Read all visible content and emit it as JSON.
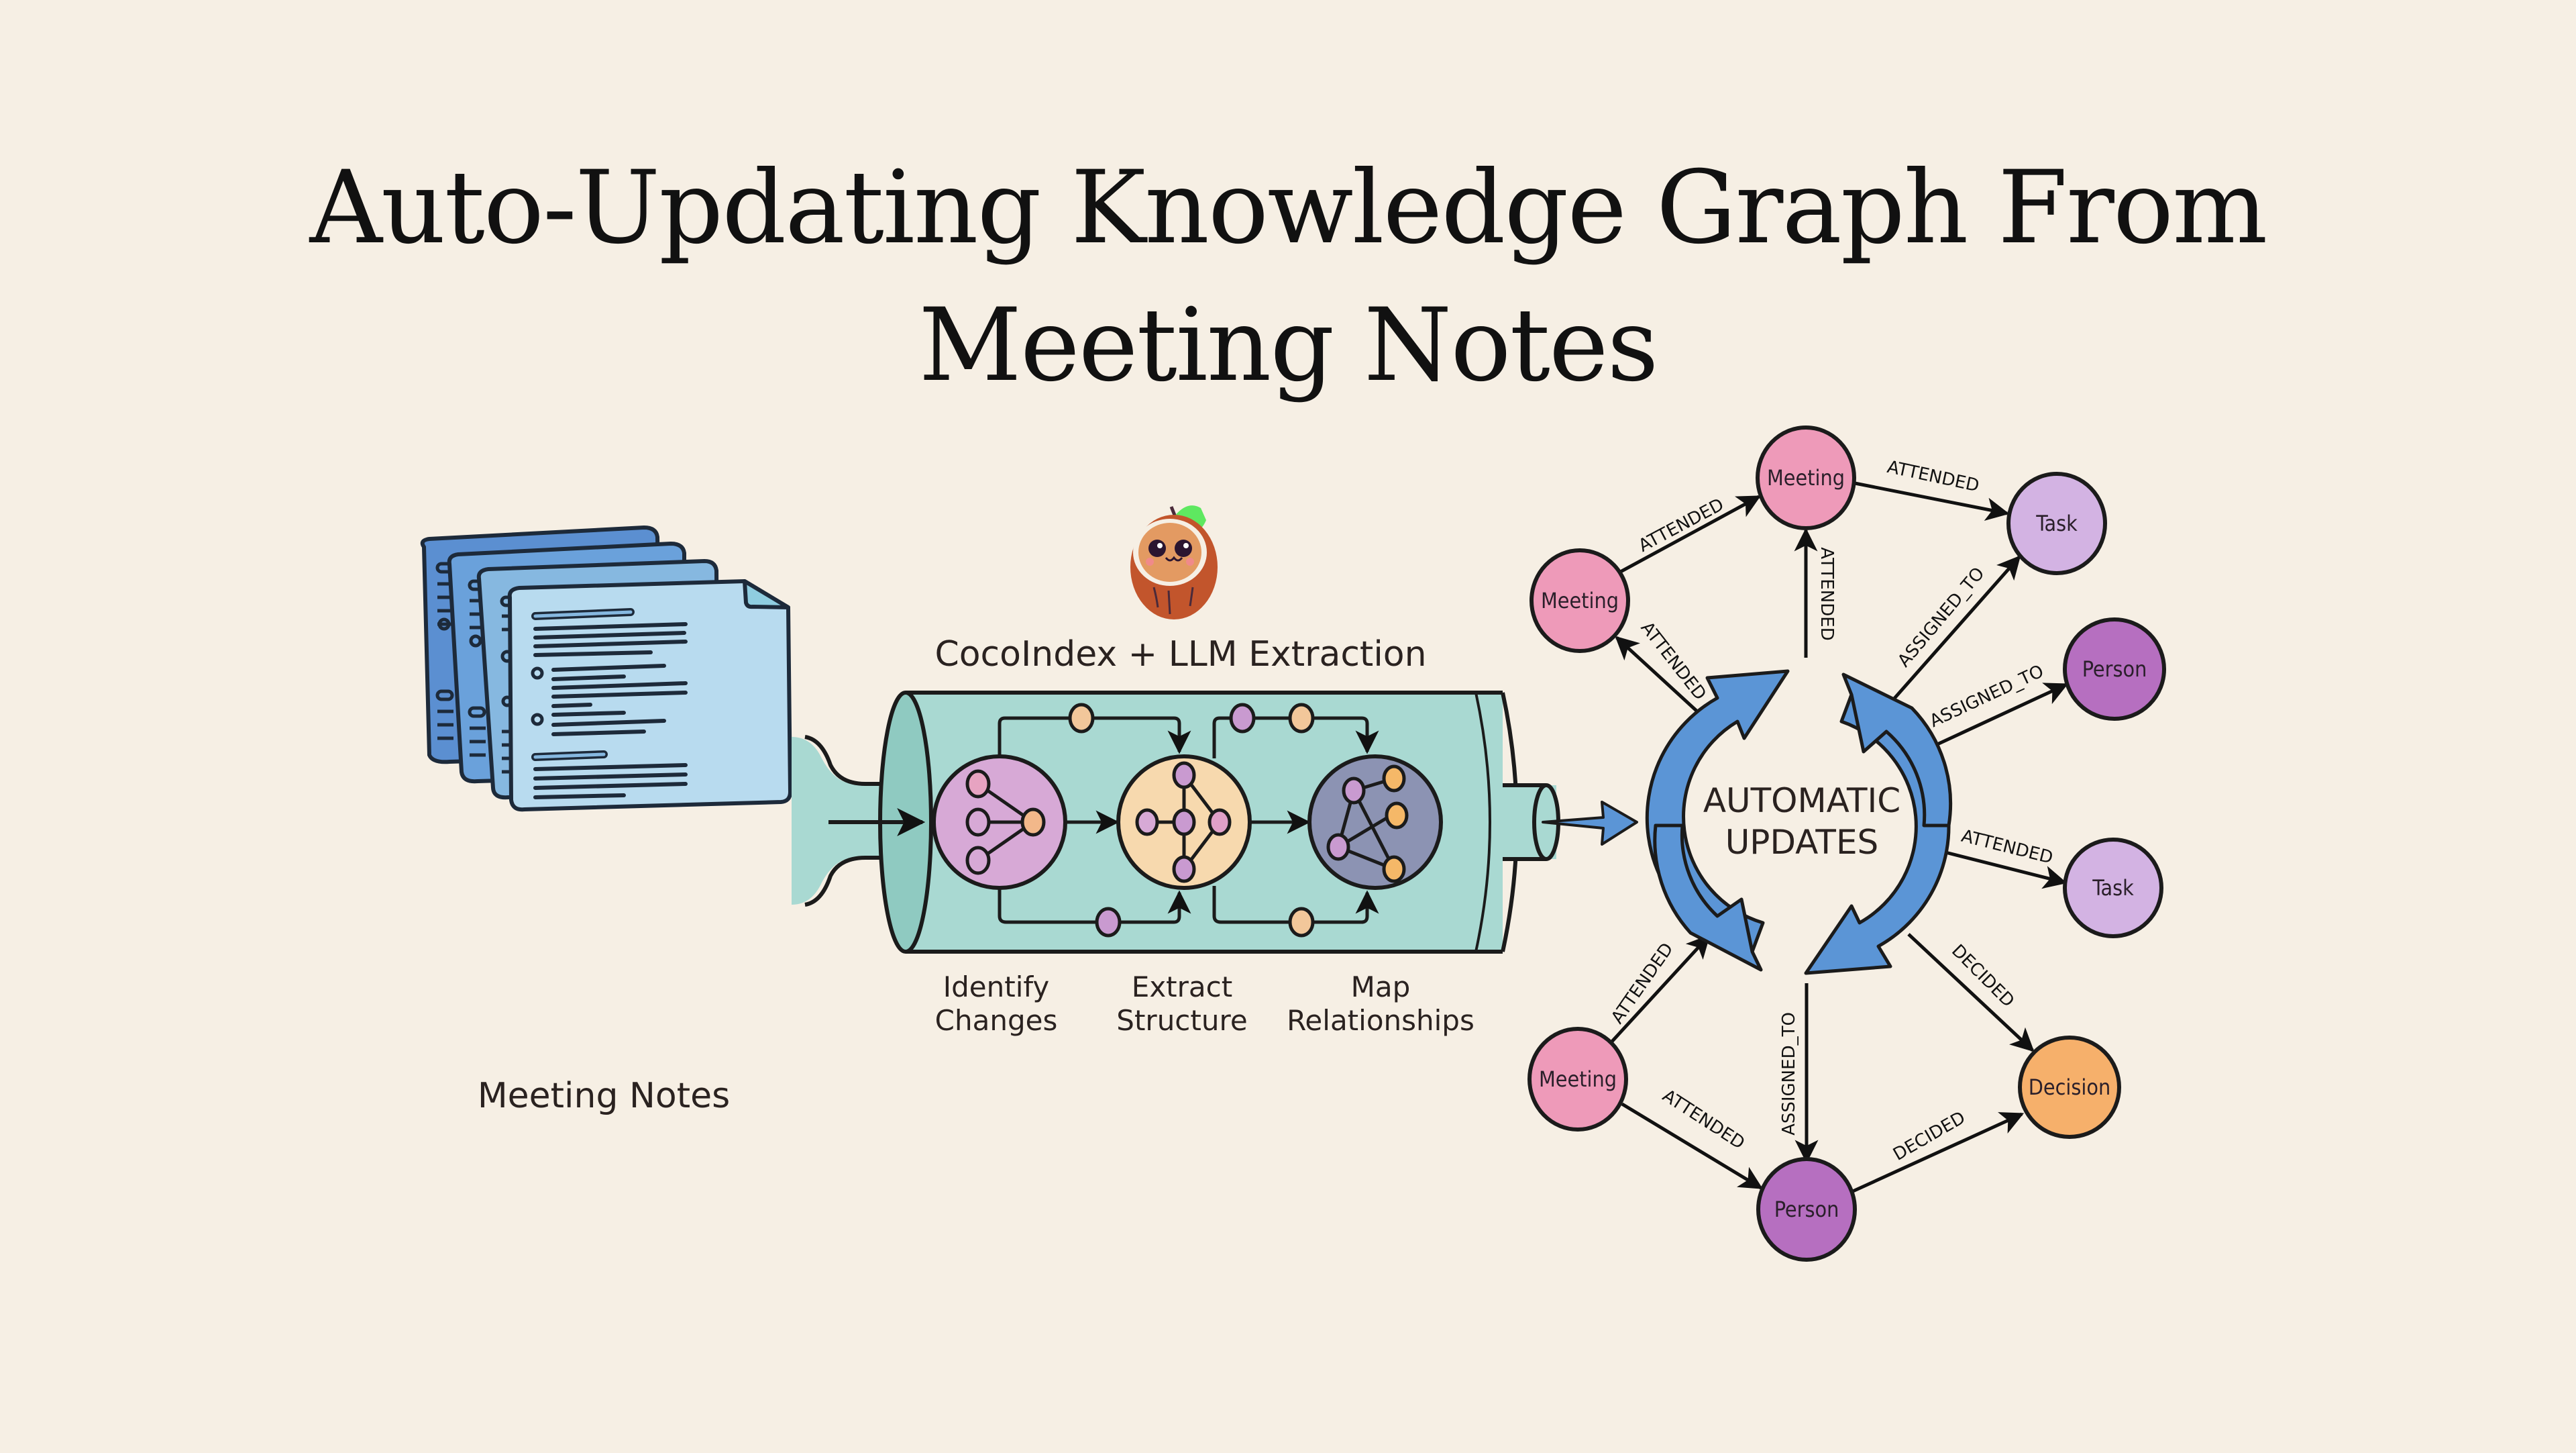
{
  "title": {
    "line1": "Auto-Updating Knowledge Graph From",
    "line2": "Meeting Notes"
  },
  "colors": {
    "background": "#f6efe4",
    "pipe": "#a9d9d2",
    "pipe_dark": "#8fcac1",
    "doc_dark": "#5b8fd1",
    "doc_mid": "#6aa1db",
    "doc_light": "#86b8e0",
    "doc_front": "#b8dbef",
    "stage_identify": "#d7a9d6",
    "stage_extract": "#f7d9ae",
    "stage_map": "#8c93b3",
    "cycle_arrow": "#5b95d6",
    "meeting": "#ee9ab9",
    "task": "#d3b3e3",
    "person": "#b66fc0",
    "decision": "#f6b06b"
  },
  "documents": {
    "label": "Meeting Notes",
    "icon": "document-stack-icon"
  },
  "logo": {
    "icon": "coconut-mascot-icon"
  },
  "pipeline": {
    "title": "CocoIndex + LLM Extraction",
    "stages": [
      {
        "line1": "Identify",
        "line2": "Changes",
        "icon": "graph-branch-icon"
      },
      {
        "line1": "Extract",
        "line2": "Structure",
        "icon": "graph-tree-icon"
      },
      {
        "line1": "Map",
        "line2": "Relationships",
        "icon": "graph-network-icon"
      }
    ]
  },
  "cycle": {
    "line1": "AUTOMATIC",
    "line2": "UPDATES",
    "icon": "refresh-cycle-icon"
  },
  "graph": {
    "nodes": [
      {
        "id": "meeting_left",
        "label": "Meeting",
        "type": "meeting"
      },
      {
        "id": "meeting_top",
        "label": "Meeting",
        "type": "meeting"
      },
      {
        "id": "task_top",
        "label": "Task",
        "type": "task"
      },
      {
        "id": "person_right",
        "label": "Person",
        "type": "person"
      },
      {
        "id": "task_right",
        "label": "Task",
        "type": "task"
      },
      {
        "id": "decision",
        "label": "Decision",
        "type": "decision"
      },
      {
        "id": "person_bottom",
        "label": "Person",
        "type": "person"
      },
      {
        "id": "meeting_bottom",
        "label": "Meeting",
        "type": "meeting"
      }
    ],
    "edges": [
      {
        "from": "meeting_left",
        "to": "meeting_top",
        "label": "ATTENDED"
      },
      {
        "from": "meeting_top",
        "to": "task_top",
        "label": "ATTENDED"
      },
      {
        "from": "cycle",
        "to": "meeting_top",
        "label": "ATTENDED"
      },
      {
        "from": "cycle",
        "to": "meeting_left",
        "label": "ATTENDED"
      },
      {
        "from": "cycle",
        "to": "task_top",
        "label": "ASSIGNED_TO"
      },
      {
        "from": "cycle",
        "to": "person_right",
        "label": "ASSIGNED_TO"
      },
      {
        "from": "cycle",
        "to": "task_right",
        "label": "ATTENDED"
      },
      {
        "from": "cycle",
        "to": "decision",
        "label": "DECIDED"
      },
      {
        "from": "cycle",
        "to": "person_bottom",
        "label": "ASSIGNED_TO"
      },
      {
        "from": "meeting_bottom",
        "to": "cycle",
        "label": "ATTENDED"
      },
      {
        "from": "meeting_bottom",
        "to": "person_bottom",
        "label": "ATTENDED"
      },
      {
        "from": "person_bottom",
        "to": "decision",
        "label": "DECIDED"
      }
    ]
  }
}
